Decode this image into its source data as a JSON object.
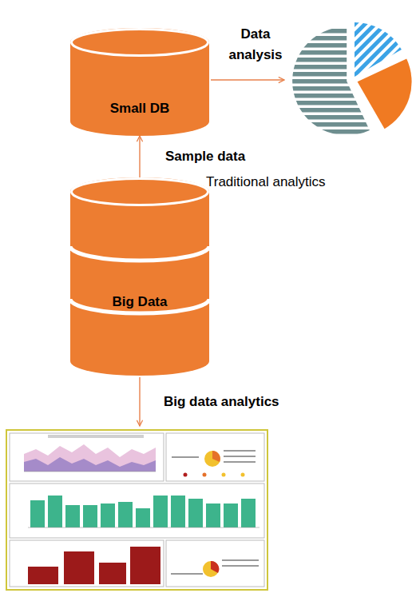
{
  "diagram": {
    "nodes": [
      {
        "text": [
          "Small DB"
        ]
      },
      {
        "text": [
          "Big Data"
        ]
      }
    ],
    "edges": [
      {
        "from": 1,
        "to": 0,
        "arrow": "to",
        "label": "Sample data"
      }
    ],
    "labels": [
      "Data analysis",
      "Traditional analytics",
      "Big data analytics"
    ]
  }
}
